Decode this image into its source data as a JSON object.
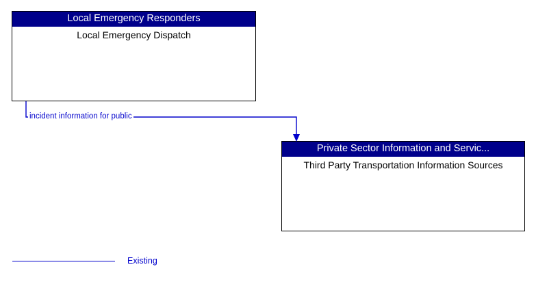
{
  "diagram": {
    "type": "context-flow-diagram",
    "background_color": "#FFFFFF",
    "nodes": [
      {
        "id": "local-emergency-dispatch",
        "title": "Local Emergency Responders",
        "body": "Local Emergency Dispatch",
        "title_bg_color": "#00008B",
        "title_text_color": "#FFFFFF",
        "body_text_color": "#000000",
        "border_color": "#000000"
      },
      {
        "id": "third-party-transportation",
        "title": "Private Sector Information and Servic...",
        "body": "Third Party Transportation Information Sources",
        "title_bg_color": "#00008B",
        "title_text_color": "#FFFFFF",
        "body_text_color": "#000000",
        "border_color": "#000000"
      }
    ],
    "flows": [
      {
        "id": "incident-information-for-public",
        "label": "incident information for public",
        "from": "local-emergency-dispatch",
        "to": "third-party-transportation",
        "color": "#0000CC",
        "style": "Existing",
        "direction": "one-way"
      }
    ],
    "legend": {
      "items": [
        {
          "label": "Existing",
          "color": "#0000CC",
          "line_style": "solid"
        }
      ]
    }
  }
}
